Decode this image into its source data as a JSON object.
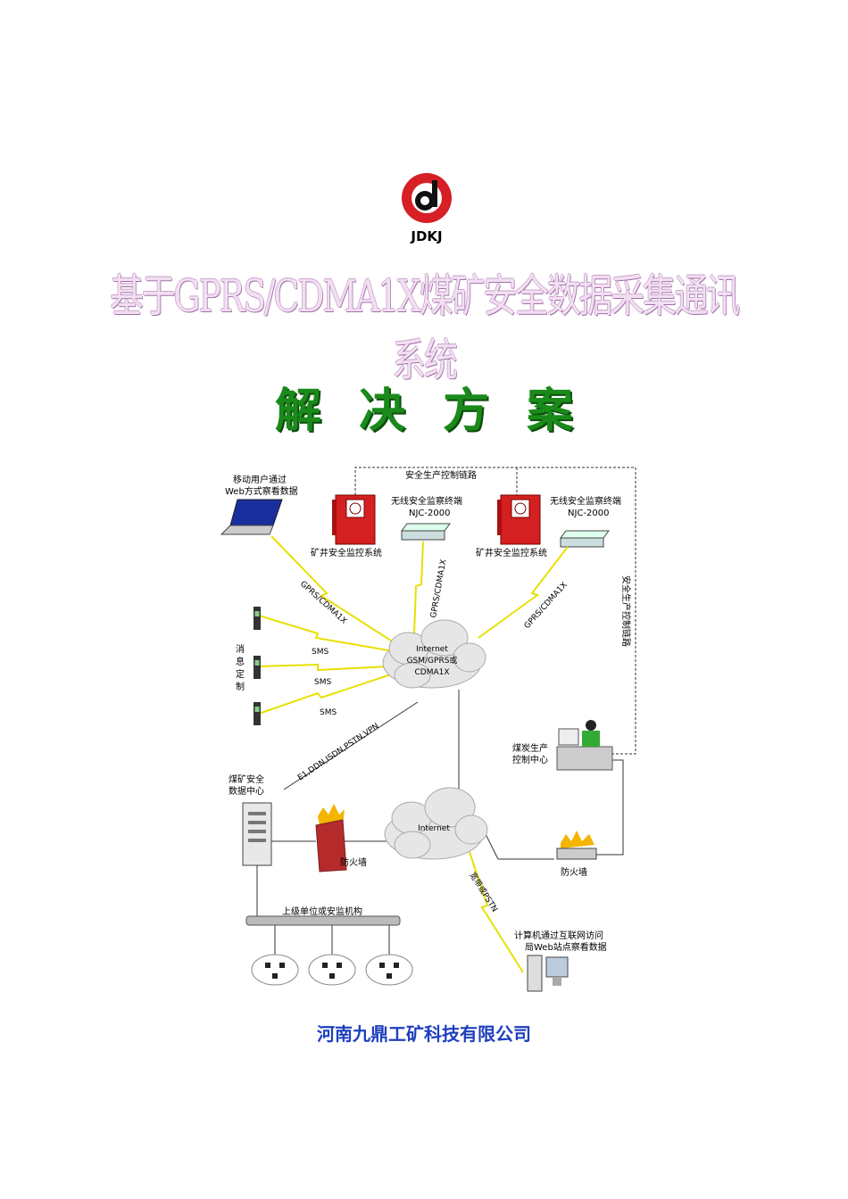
{
  "logo": {
    "text": "JDKJ",
    "ring_color": "#d71f26"
  },
  "title": "基于GPRS/CDMA1X煤矿安全数据采集通讯系统",
  "subtitle": "解决方案",
  "diagram": {
    "mobile_user": [
      "移动用户通过",
      "Web方式察看数据"
    ],
    "control_link_top": "安全生产控制链路",
    "control_link_side": "安全生产控制链路",
    "terminal_1": [
      "无线安全监察终端",
      "NJC-2000"
    ],
    "terminal_2": [
      "无线安全监察终端",
      "NJC-2000"
    ],
    "monitor_system_1": "矿井安全监控系统",
    "monitor_system_2": "矿井安全监控系统",
    "link_gprs_1": "GPRS/CDMA1X",
    "link_gprs_2": "GPRS/CDMA1X",
    "link_gprs_3": "GPRS/CDMA1X",
    "sms_1": "SMS",
    "sms_2": "SMS",
    "sms_3": "SMS",
    "message_custom": [
      "消",
      "息",
      "定",
      "制"
    ],
    "cloud_internet_gsm": [
      "Internet",
      "GSM/GPRS或",
      "CDMA1X"
    ],
    "link_e1": "E1,DDN,ISDN,PSTN,VPN",
    "data_center": [
      "煤矿安全",
      "数据中心"
    ],
    "firewall_1": "防火墙",
    "firewall_2": "防火墙",
    "cloud_internet": "Internet",
    "coal_control": [
      "煤炭生产",
      "控制中心"
    ],
    "broadband": "宽带或PSTN",
    "pc_access": [
      "计算机通过互联网访问",
      "局Web站点察看数据"
    ],
    "upper_unit": "上级单位或安监机构"
  },
  "company": "河南九鼎工矿科技有限公司"
}
